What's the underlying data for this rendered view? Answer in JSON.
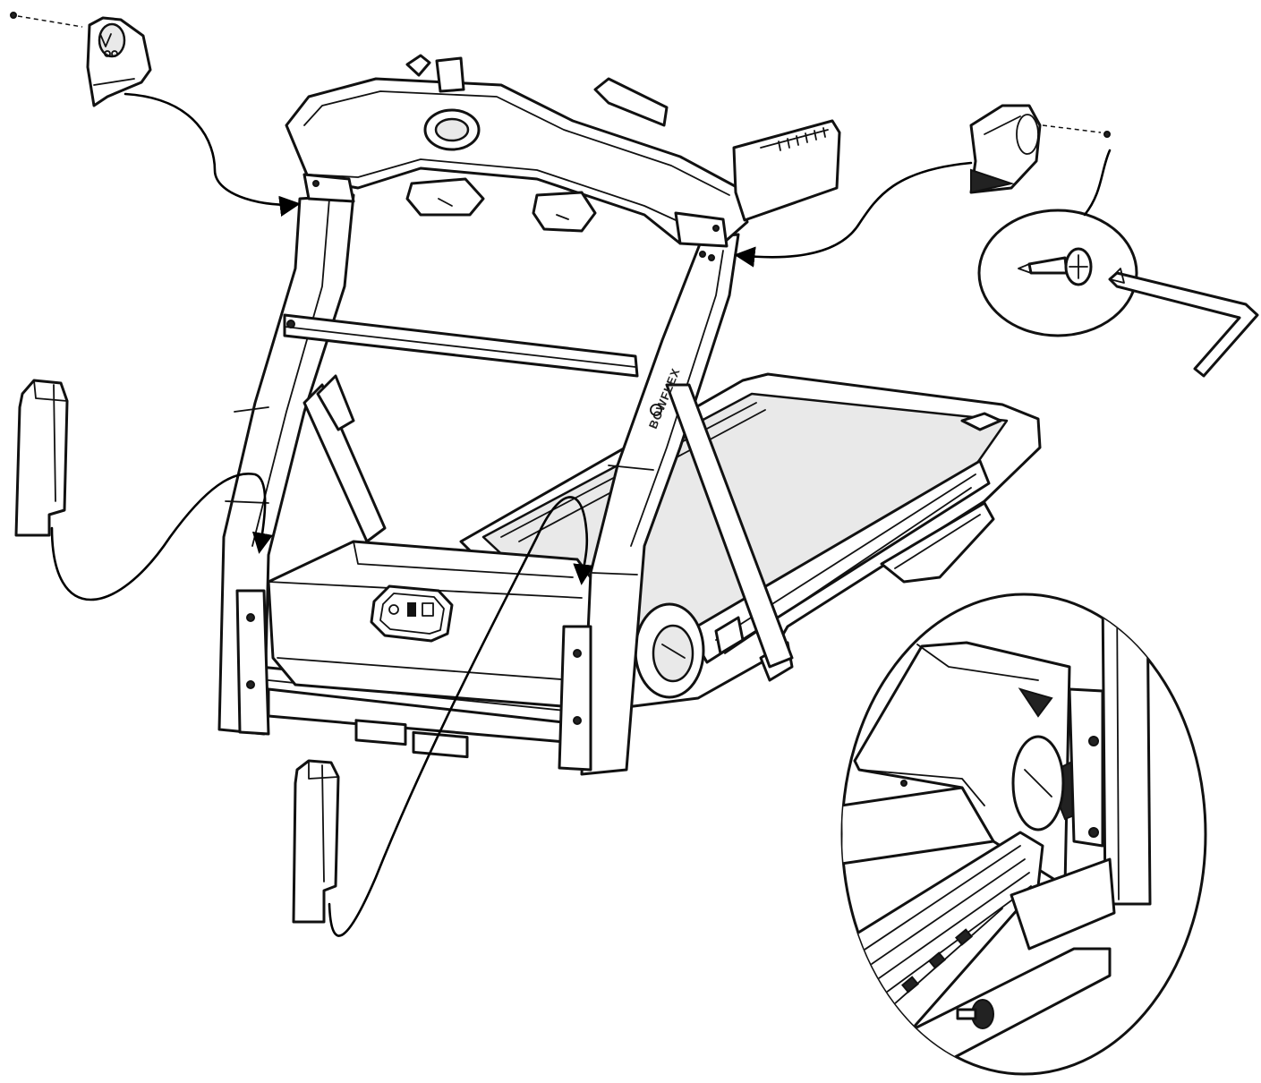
{
  "brand_text": "BOWFLEX",
  "colors": {
    "line": "#111111",
    "background": "#ffffff",
    "shade": "#e9e9e9"
  },
  "parts": [
    {
      "name": "left-upright-top-cover",
      "icon": "cover-piece-icon"
    },
    {
      "name": "right-upright-top-cover",
      "icon": "cover-piece-icon"
    },
    {
      "name": "left-front-base-cover",
      "icon": "cover-piece-icon"
    },
    {
      "name": "right-front-base-cover",
      "icon": "cover-piece-icon"
    },
    {
      "name": "screw-and-hex-key-detail",
      "icon": "hex-key-icon"
    },
    {
      "name": "motor-hood-detail",
      "icon": "magnifier-detail-icon"
    }
  ]
}
